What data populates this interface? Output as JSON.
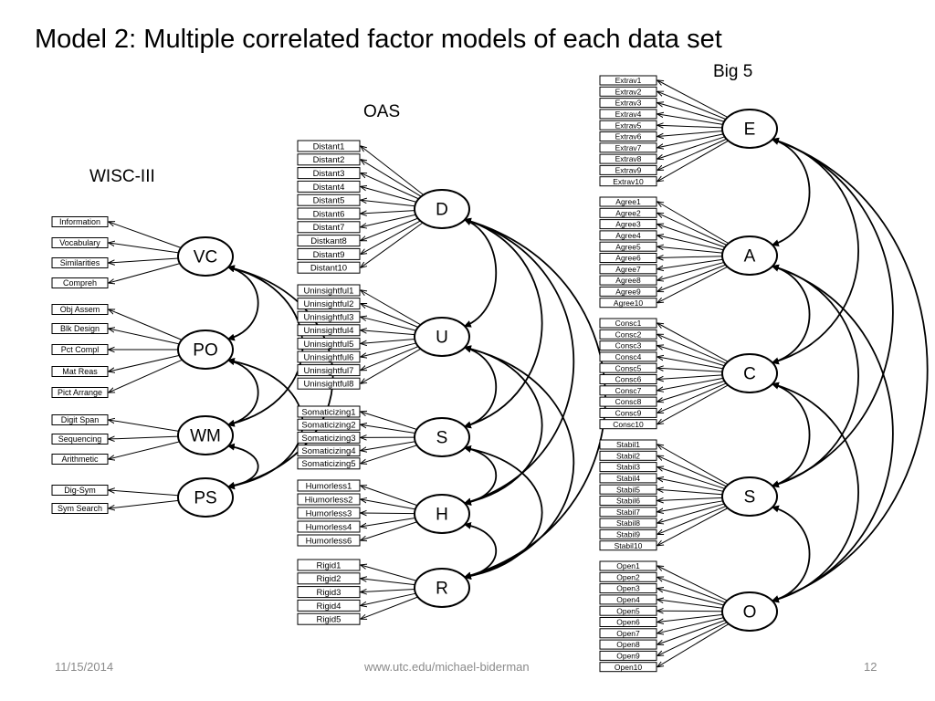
{
  "title": "Model 2:  Multiple correlated factor models of each data set",
  "footer": {
    "date": "11/15/2014",
    "url": "www.utc.edu/michael-biderman",
    "page": "12"
  },
  "wisc": {
    "title": "WISC-III",
    "factors": [
      {
        "label": "VC",
        "indicators": [
          "Information",
          "Vocabulary",
          "Similarities",
          "Compreh"
        ]
      },
      {
        "label": "PO",
        "indicators": [
          "Obj Assem",
          "Blk Design",
          "Pct Compl",
          "Mat Reas",
          "Pict Arrange"
        ]
      },
      {
        "label": "WM",
        "indicators": [
          "Digit Span",
          "Sequencing",
          "Arithmetic"
        ]
      },
      {
        "label": "PS",
        "indicators": [
          "Dig-Sym",
          "Sym Search"
        ]
      }
    ]
  },
  "oas": {
    "title": "OAS",
    "factors": [
      {
        "label": "D",
        "indicators": [
          "Distant1",
          "Distant2",
          "Distant3",
          "Distant4",
          "Distant5",
          "Distant6",
          "Distant7",
          "Distkant8",
          "Distant9",
          "Distant10"
        ]
      },
      {
        "label": "U",
        "indicators": [
          "Uninsightful1",
          "Uninsightful2",
          "Uninsightful3",
          "Uninsightful4",
          "Uninsightful5",
          "Uninsightful6",
          "Uninsightful7",
          "Uninsightful8"
        ]
      },
      {
        "label": "S",
        "indicators": [
          "Somaticizing1",
          "Somaticizing2",
          "Somaticizing3",
          "Somaticizing4",
          "Somaticizing5"
        ]
      },
      {
        "label": "H",
        "indicators": [
          "Humorless1",
          "Hiumorless2",
          "Humorless3",
          "Humorless4",
          "Humorless6"
        ]
      },
      {
        "label": "R",
        "indicators": [
          "Rigid1",
          "Rigid2",
          "Rigid3",
          "Rigid4",
          "Rigid5"
        ]
      }
    ]
  },
  "big5": {
    "title": "Big 5",
    "factors": [
      {
        "label": "E",
        "indicators": [
          "Extrav1",
          "Extrav2",
          "Extrav3",
          "Extrav4",
          "Extrav5",
          "Extrav6",
          "Extrav7",
          "Extrav8",
          "Extrav9",
          "Extrav10"
        ]
      },
      {
        "label": "A",
        "indicators": [
          "Agree1",
          "Agree2",
          "Agree3",
          "Agree4",
          "Agree5",
          "Agree6",
          "Agree7",
          "Agree8",
          "Agree9",
          "Agree10"
        ]
      },
      {
        "label": "C",
        "indicators": [
          "Consc1",
          "Consc2",
          "Consc3",
          "Consc4",
          "Consc5",
          "Consc6",
          "Consc7",
          "Consc8",
          "Consc9",
          "Consc10"
        ]
      },
      {
        "label": "S",
        "indicators": [
          "Stabil1",
          "Stabil2",
          "Stabil3",
          "Stabil4",
          "Stabil5",
          "Stabil6",
          "Stabil7",
          "Stabil8",
          "Stabil9",
          "Stabil10"
        ]
      },
      {
        "label": "O",
        "indicators": [
          "Open1",
          "Open2",
          "Open3",
          "Open4",
          "Open5",
          "Open6",
          "Open7",
          "Open8",
          "Open9",
          "Open10"
        ]
      }
    ]
  }
}
